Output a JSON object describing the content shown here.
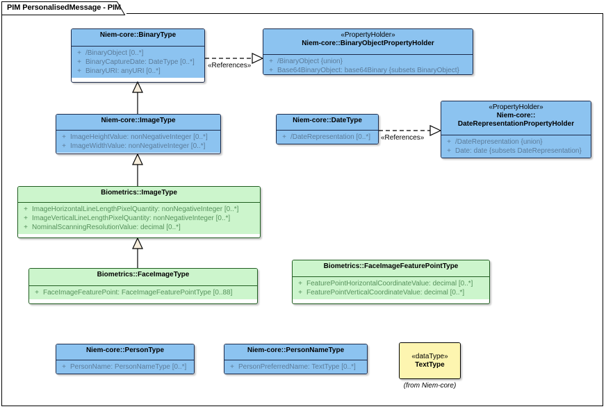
{
  "frame": {
    "title": "PIM PersonalisedMessage - PIM"
  },
  "classes": {
    "binary_type": {
      "name": "Niem-core::BinaryType",
      "attributes": [
        {
          "visibility": "+",
          "text": "/BinaryObject [0..*]"
        },
        {
          "visibility": "+",
          "text": "BinaryCaptureDate: DateType [0..*]"
        },
        {
          "visibility": "+",
          "text": "BinaryURI: anyURI [0..*]"
        }
      ]
    },
    "binary_object_property_holder": {
      "stereotype": "«PropertyHolder»",
      "name": "Niem-core::BinaryObjectPropertyHolder",
      "attributes": [
        {
          "visibility": "+",
          "text": "/BinaryObject {union}"
        },
        {
          "visibility": "+",
          "text": "Base64BinaryObject: base64Binary {subsets BinaryObject}"
        }
      ]
    },
    "niem_image_type": {
      "name": "Niem-core::ImageType",
      "attributes": [
        {
          "visibility": "+",
          "text": "ImageHeightValue: nonNegativeInteger [0..*]"
        },
        {
          "visibility": "+",
          "text": "ImageWidthValue: nonNegativeInteger [0..*]"
        }
      ]
    },
    "date_type": {
      "name": "Niem-core::DateType",
      "attributes": [
        {
          "visibility": "+",
          "text": "/DateRepresentation [0..*]"
        }
      ]
    },
    "date_representation_property_holder": {
      "stereotype": "«PropertyHolder»",
      "name_line1": "Niem-core::",
      "name_line2": "DateRepresentationPropertyHolder",
      "attributes": [
        {
          "visibility": "+",
          "text": "/DateRepresentation {union}"
        },
        {
          "visibility": "+",
          "text": "Date: date {subsets DateRepresentation}"
        }
      ]
    },
    "biometrics_image_type": {
      "name": "Biometrics::ImageType",
      "attributes": [
        {
          "visibility": "+",
          "text": "ImageHorizontalLineLengthPixelQuantity: nonNegativeInteger [0..*]"
        },
        {
          "visibility": "+",
          "text": "ImageVerticalLineLengthPixelQuantity: nonNegativeInteger [0..*]"
        },
        {
          "visibility": "+",
          "text": "NominalScanningResolutionValue: decimal [0..*]"
        }
      ]
    },
    "face_image_type": {
      "name": "Biometrics::FaceImageType",
      "attributes": [
        {
          "visibility": "+",
          "text": "FaceImageFeaturePoint: FaceImageFeaturePointType [0..88]"
        }
      ]
    },
    "face_image_feature_point_type": {
      "name": "Biometrics::FaceImageFeaturePointType",
      "attributes": [
        {
          "visibility": "+",
          "text": "FeaturePointHorizontalCoordinateValue: decimal [0..*]"
        },
        {
          "visibility": "+",
          "text": "FeaturePointVerticalCoordinateValue: decimal [0..*]"
        }
      ]
    },
    "person_type": {
      "name": "Niem-core::PersonType",
      "attributes": [
        {
          "visibility": "+",
          "text": "PersonName: PersonNameType [0..*]"
        }
      ]
    },
    "person_name_type": {
      "name": "Niem-core::PersonNameType",
      "attributes": [
        {
          "visibility": "+",
          "text": "PersonPreferredName: TextType [0..*]"
        }
      ]
    },
    "text_type": {
      "stereotype": "«dataType»",
      "name": "TextType",
      "caption": "(from Niem-core)"
    }
  },
  "connectors": {
    "references_binary": "«References»",
    "references_date": "«References»"
  },
  "colors": {
    "blue_fill": "#8cc3f0",
    "green_fill": "#ccf5cc",
    "yellow_fill": "#fdf5b0",
    "border_dark": "#1b2a4a",
    "arrow_fill": "#f7eedd"
  }
}
